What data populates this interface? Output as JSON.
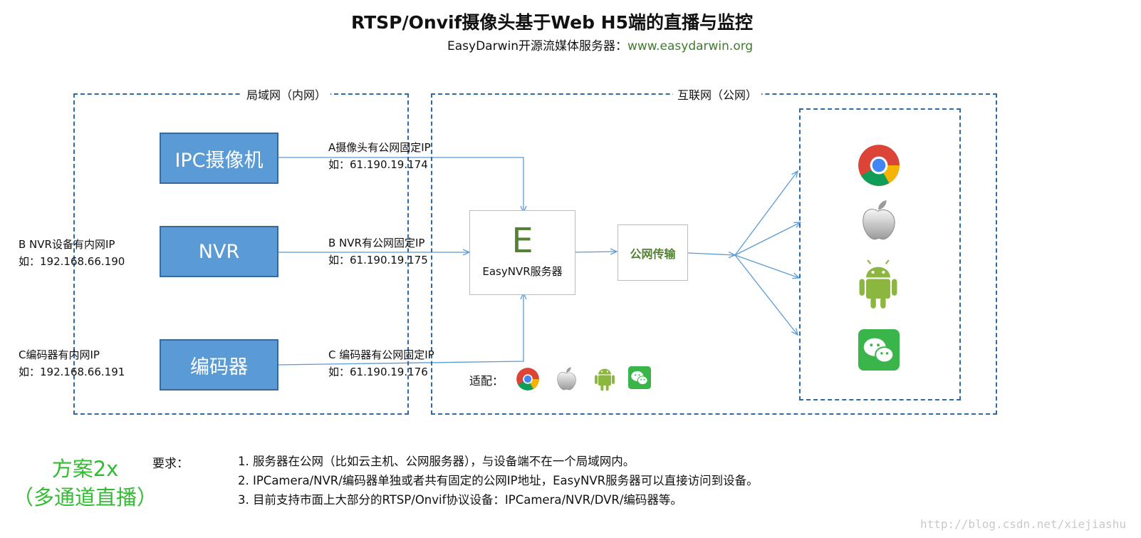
{
  "title": "RTSP/Onvif摄像头基于Web H5端的直播与监控",
  "subtitle": {
    "text": "EasyDarwin开源流媒体服务器：",
    "url": "www.easydarwin.org"
  },
  "zones": {
    "lan_label": "局域网（内网）",
    "internet_label": "互联网（公网）"
  },
  "devices": {
    "ipc": "IPC摄像机",
    "nvr": "NVR",
    "encoder": "编码器"
  },
  "left_notes": {
    "nvr_line1": "B NVR设备有内网IP",
    "nvr_line2": "如：192.168.66.190",
    "enc_line1": "C编码器有内网IP",
    "enc_line2": "如：192.168.66.191"
  },
  "link_notes": {
    "a_line1": "A摄像头有公网固定IP",
    "a_line2": "如：61.190.19.174",
    "b_line1": "B NVR有公网固定IP",
    "b_line2": "如：61.190.19.175",
    "c_line1": "C 编码器有公网固定IP",
    "c_line2": "如：61.190.19.176"
  },
  "server": {
    "letter": "E",
    "name": "EasyNVR服务器"
  },
  "public_transfer": "公网传输",
  "adapt_label": "适配：",
  "clients": [
    "chrome-icon",
    "apple-icon",
    "android-icon",
    "wechat-icon"
  ],
  "colors": {
    "device_fill": "#5b9bd5",
    "dashed_border": "#2e6aa6",
    "arrow": "#5b9bd5",
    "green_text": "#548235",
    "plan_green": "#33bb33"
  },
  "plan": {
    "line1": "方案2x",
    "line2": "（多通道直播）"
  },
  "requirements": {
    "label": "要求：",
    "items": [
      "1. 服务器在公网（比如云主机、公网服务器），与设备端不在一个局域网内。",
      "2. IPCamera/NVR/编码器单独或者共有固定的公网IP地址，EasyNVR服务器可以直接访问到设备。",
      "3. 目前支持市面上大部分的RTSP/Onvif协议设备：IPCamera/NVR/DVR/编码器等。"
    ]
  },
  "watermark": "http://blog.csdn.net/xiejiashu"
}
